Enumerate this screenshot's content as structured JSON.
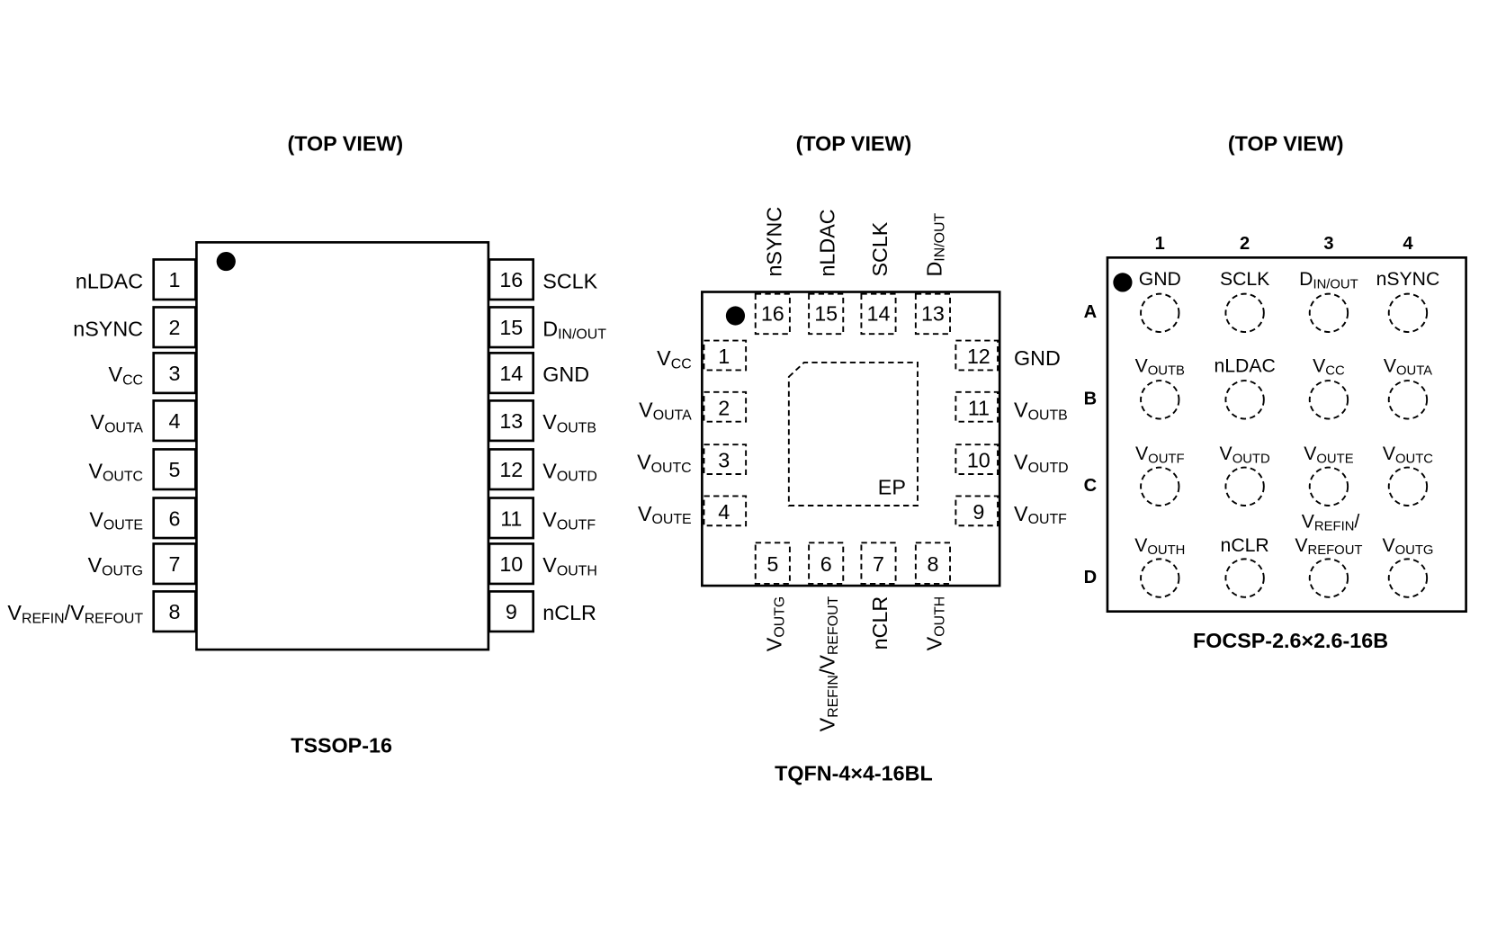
{
  "tssop": {
    "view_label": "(TOP VIEW)",
    "package_name": "TSSOP-16",
    "left_pins": [
      {
        "num": "1",
        "name": [
          "nLDAC"
        ]
      },
      {
        "num": "2",
        "name": [
          "nSYNC"
        ]
      },
      {
        "num": "3",
        "name": [
          "V",
          "CC"
        ]
      },
      {
        "num": "4",
        "name": [
          "V",
          "OUTA"
        ]
      },
      {
        "num": "5",
        "name": [
          "V",
          "OUTC"
        ]
      },
      {
        "num": "6",
        "name": [
          "V",
          "OUTE"
        ]
      },
      {
        "num": "7",
        "name": [
          "V",
          "OUTG"
        ]
      },
      {
        "num": "8",
        "name": [
          "V",
          "REFIN",
          "/V",
          "REFOUT"
        ]
      }
    ],
    "right_pins": [
      {
        "num": "16",
        "name": [
          "SCLK"
        ]
      },
      {
        "num": "15",
        "name": [
          "D",
          "IN/OUT"
        ]
      },
      {
        "num": "14",
        "name": [
          "GND"
        ]
      },
      {
        "num": "13",
        "name": [
          "V",
          "OUTB"
        ]
      },
      {
        "num": "12",
        "name": [
          "V",
          "OUTD"
        ]
      },
      {
        "num": "11",
        "name": [
          "V",
          "OUTF"
        ]
      },
      {
        "num": "10",
        "name": [
          "V",
          "OUTH"
        ]
      },
      {
        "num": "9",
        "name": [
          "nCLR"
        ]
      }
    ]
  },
  "tqfn": {
    "view_label": "(TOP VIEW)",
    "package_name": "TQFN-4×4-16BL",
    "exposed_pad_label": "EP",
    "top_pins": [
      {
        "num": "16",
        "name": [
          "nSYNC"
        ]
      },
      {
        "num": "15",
        "name": [
          "nLDAC"
        ]
      },
      {
        "num": "14",
        "name": [
          "SCLK"
        ]
      },
      {
        "num": "13",
        "name": [
          "D",
          "IN/OUT"
        ]
      }
    ],
    "left_pins": [
      {
        "num": "1",
        "name": [
          "V",
          "CC"
        ]
      },
      {
        "num": "2",
        "name": [
          "V",
          "OUTA"
        ]
      },
      {
        "num": "3",
        "name": [
          "V",
          "OUTC"
        ]
      },
      {
        "num": "4",
        "name": [
          "V",
          "OUTE"
        ]
      }
    ],
    "right_pins": [
      {
        "num": "12",
        "name": [
          "GND"
        ]
      },
      {
        "num": "11",
        "name": [
          "V",
          "OUTB"
        ]
      },
      {
        "num": "10",
        "name": [
          "V",
          "OUTD"
        ]
      },
      {
        "num": "9",
        "name": [
          "V",
          "OUTF"
        ]
      }
    ],
    "bottom_pins": [
      {
        "num": "5",
        "name": [
          "V",
          "OUTG"
        ]
      },
      {
        "num": "6",
        "name": [
          "V",
          "REFIN",
          "/V",
          "REFOUT"
        ]
      },
      {
        "num": "7",
        "name": [
          "nCLR"
        ]
      },
      {
        "num": "8",
        "name": [
          "V",
          "OUTH"
        ]
      }
    ]
  },
  "focsp": {
    "view_label": "(TOP VIEW)",
    "package_name": "FOCSP-2.6×2.6-16B",
    "columns": [
      "1",
      "2",
      "3",
      "4"
    ],
    "rows": [
      "A",
      "B",
      "C",
      "D"
    ],
    "balls": [
      [
        [
          "GND"
        ],
        [
          "SCLK"
        ],
        [
          "D",
          "IN/OUT"
        ],
        [
          "nSYNC"
        ]
      ],
      [
        [
          "V",
          "OUTB"
        ],
        [
          "nLDAC"
        ],
        [
          "V",
          "CC"
        ],
        [
          "V",
          "OUTA"
        ]
      ],
      [
        [
          "V",
          "OUTF"
        ],
        [
          "V",
          "OUTD"
        ],
        [
          "V",
          "OUTE"
        ],
        [
          "V",
          "OUTC"
        ]
      ],
      [
        [
          "V",
          "OUTH"
        ],
        [
          "nCLR"
        ],
        [
          "V",
          "REFIN",
          "/"
        ],
        [
          "V",
          "OUTG"
        ]
      ]
    ],
    "ball_d3_second_line": [
      "V",
      "REFOUT"
    ]
  }
}
